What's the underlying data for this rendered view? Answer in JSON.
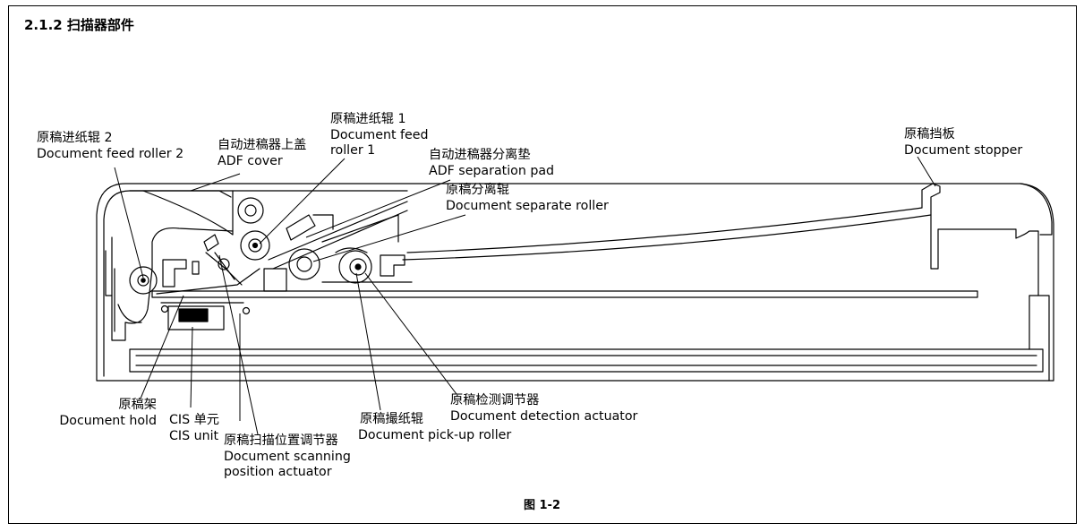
{
  "section_title": "2.1.2  扫描器部件",
  "figure_caption": "图 1-2",
  "labels": {
    "doc_feed_roller_2": {
      "cn": "原稿进纸辊 2",
      "en": "Document feed roller 2"
    },
    "adf_cover": {
      "cn": "自动进稿器上盖",
      "en": "ADF cover"
    },
    "doc_feed_roller_1": {
      "cn": "原稿进纸辊 1",
      "en1": "Document feed",
      "en2": "roller 1"
    },
    "adf_separation_pad": {
      "cn": "自动进稿器分离垫",
      "en": "ADF separation pad"
    },
    "doc_separate_roller": {
      "cn": "原稿分离辊",
      "en": "Document separate roller"
    },
    "doc_stopper": {
      "cn": "原稿挡板",
      "en": "Document stopper"
    },
    "doc_hold": {
      "cn": "原稿架",
      "en": "Document hold"
    },
    "cis_unit": {
      "cn": "CIS 单元",
      "en": "CIS unit"
    },
    "doc_scanning_actuator": {
      "cn": "原稿扫描位置调节器",
      "en1": "Document scanning",
      "en2": "position actuator"
    },
    "doc_pickup_roller": {
      "cn": "原稿撮纸辊",
      "en": "Document pick-up roller"
    },
    "doc_detection_actuator": {
      "cn": "原稿检测调节器",
      "en": "Document detection actuator"
    }
  }
}
